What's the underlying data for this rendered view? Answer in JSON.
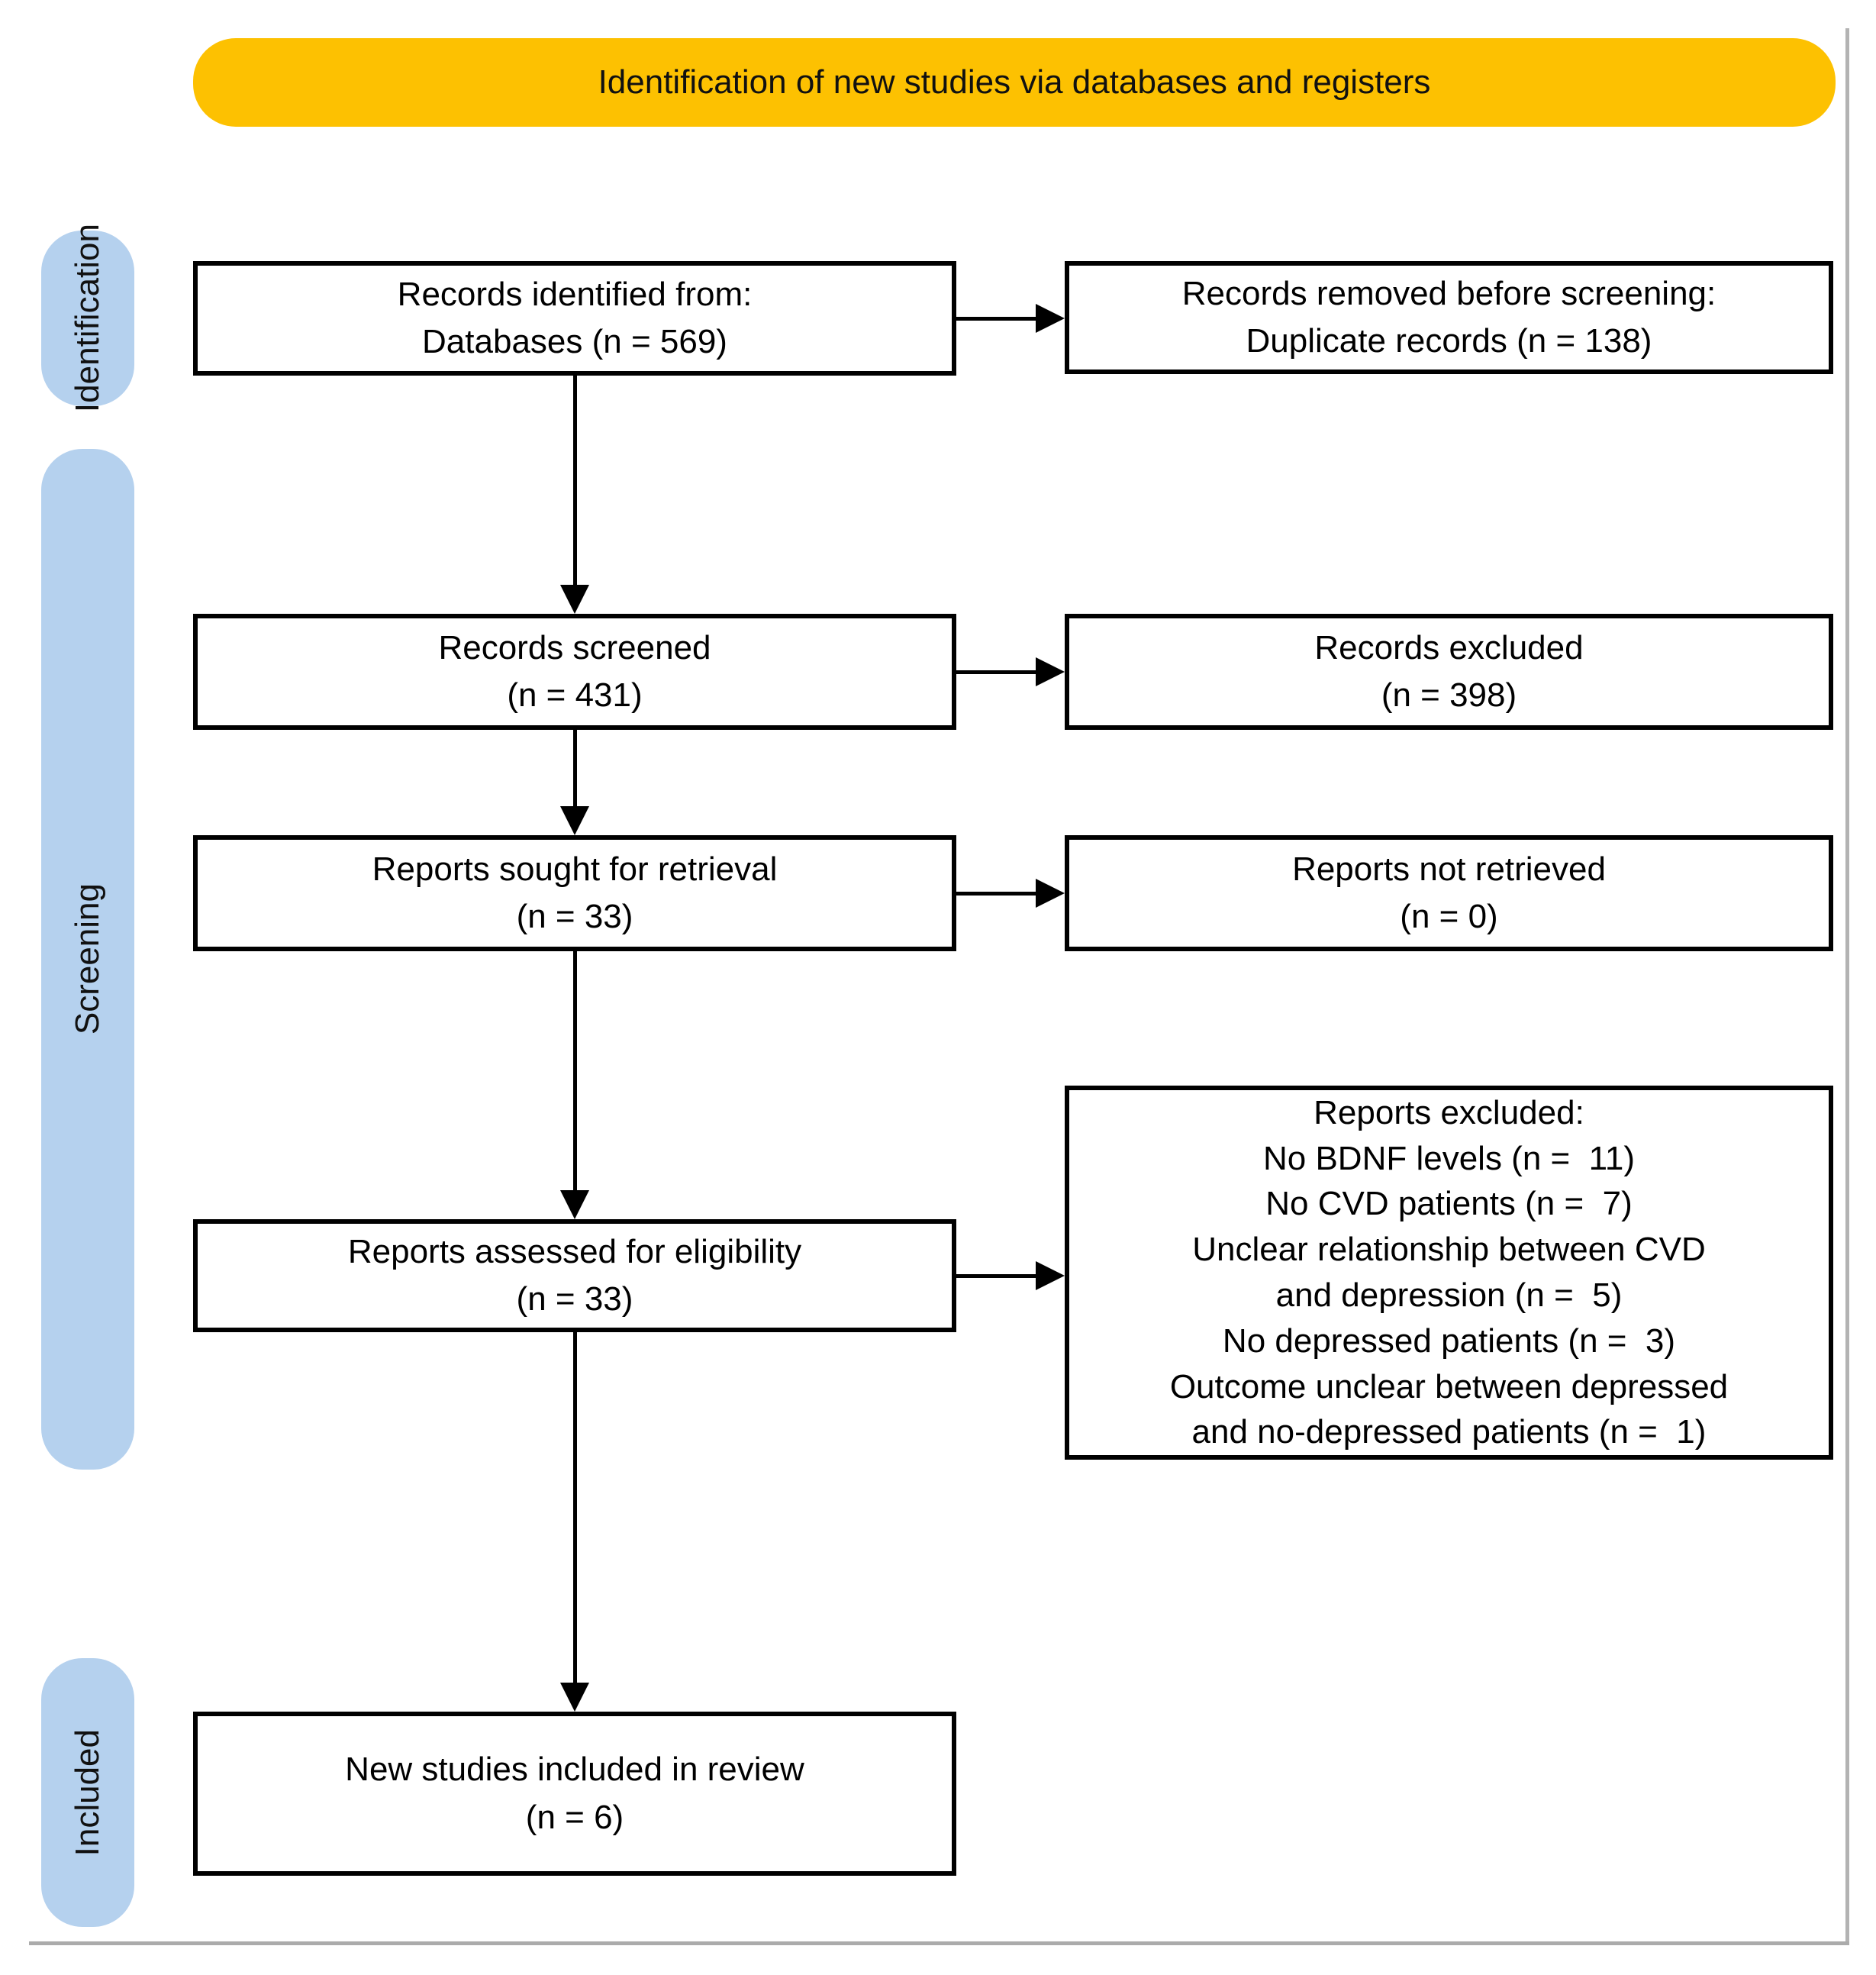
{
  "banner": {
    "label": "Identification of new studies via databases and registers"
  },
  "stages": [
    {
      "id": "identification",
      "label": "Identification"
    },
    {
      "id": "screening",
      "label": "Screening"
    },
    {
      "id": "included",
      "label": "Included"
    }
  ],
  "main_flow": [
    {
      "id": "records-identified",
      "text": "Records identified from:\nDatabases (n = 569)"
    },
    {
      "id": "records-screened",
      "text": "Records screened\n(n = 431)"
    },
    {
      "id": "reports-sought",
      "text": "Reports sought for retrieval\n(n = 33)"
    },
    {
      "id": "reports-assessed",
      "text": "Reports assessed for eligibility\n(n = 33)"
    },
    {
      "id": "studies-included",
      "text": "New studies included in review\n(n = 6)"
    }
  ],
  "side_flow": [
    {
      "id": "records-removed",
      "text": "Records removed before screening:\nDuplicate records (n = 138)"
    },
    {
      "id": "records-excluded",
      "text": "Records excluded\n(n = 398)"
    },
    {
      "id": "reports-not-retrieved",
      "text": "Reports not retrieved\n(n = 0)"
    },
    {
      "id": "reports-excluded",
      "text": "Reports excluded:\nNo BDNF levels (n =  11)\nNo CVD patients (n =  7)\nUnclear relationship between CVD\nand depression (n =  5)\nNo depressed patients (n =  3)\nOutcome unclear between depressed\nand no-depressed patients (n =  1)"
    }
  ],
  "colors": {
    "banner_background": "#FDC101",
    "stage_pill_background": "#B5D1EE",
    "box_border": "#000000",
    "arrow": "#000000",
    "frame_line": "#ABABAB"
  }
}
